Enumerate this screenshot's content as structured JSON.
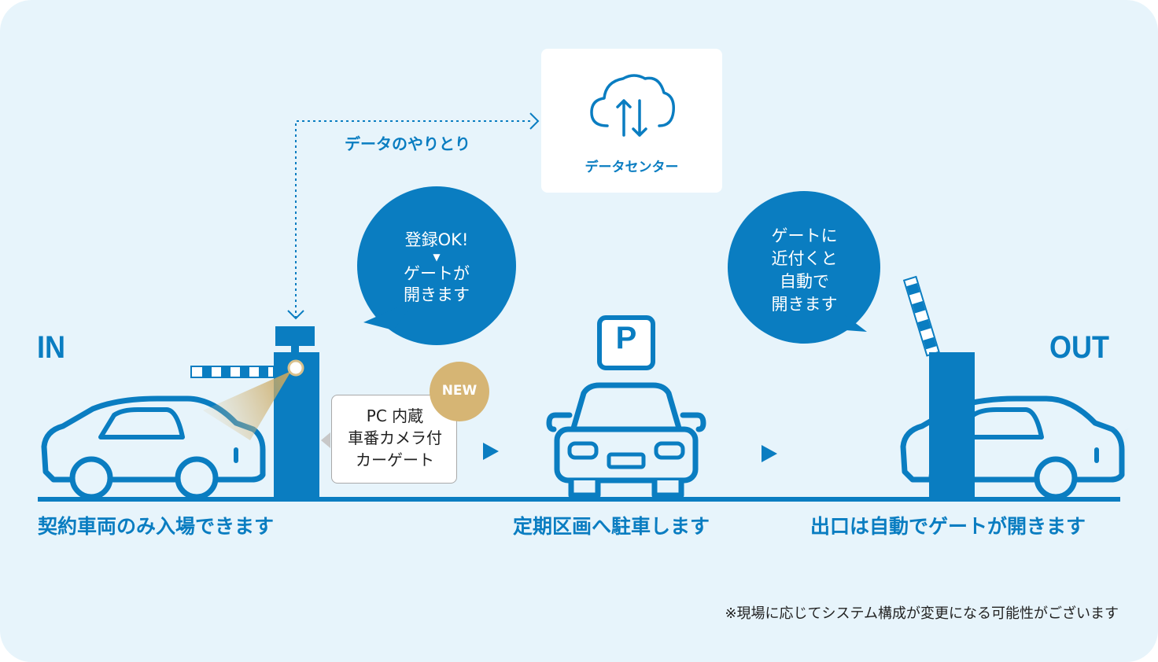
{
  "labels": {
    "in": "IN",
    "out": "OUT",
    "data_exchange": "データのやりとり",
    "data_center": "データセンター",
    "new_badge": "NEW",
    "parking_sign": "P"
  },
  "entry_bubble": [
    "登録OK!",
    "▼",
    "ゲートが",
    "開きます"
  ],
  "exit_bubble": [
    "ゲートに",
    "近付くと",
    "自動で",
    "開きます"
  ],
  "gate_callout": [
    "PC 内蔵",
    "車番カメラ付",
    "カーゲート"
  ],
  "captions": {
    "entry": "契約車両のみ入場できます",
    "parking": "定期区画へ駐車します",
    "exit": "出口は自動でゲートが開きます"
  },
  "footnote": "※現場に応じてシステム構成が変更になる可能性がございます",
  "colors": {
    "primary_blue": "#0a7dc1",
    "background": "#e7f4fb",
    "badge_gold": "#d6b574",
    "camera_light": "#d9c08c"
  },
  "icons": [
    "cloud-sync-icon",
    "car-side-icon",
    "car-front-icon",
    "parking-sign-icon",
    "gate-barrier-icon",
    "camera-icon",
    "arrow-right-icon"
  ]
}
